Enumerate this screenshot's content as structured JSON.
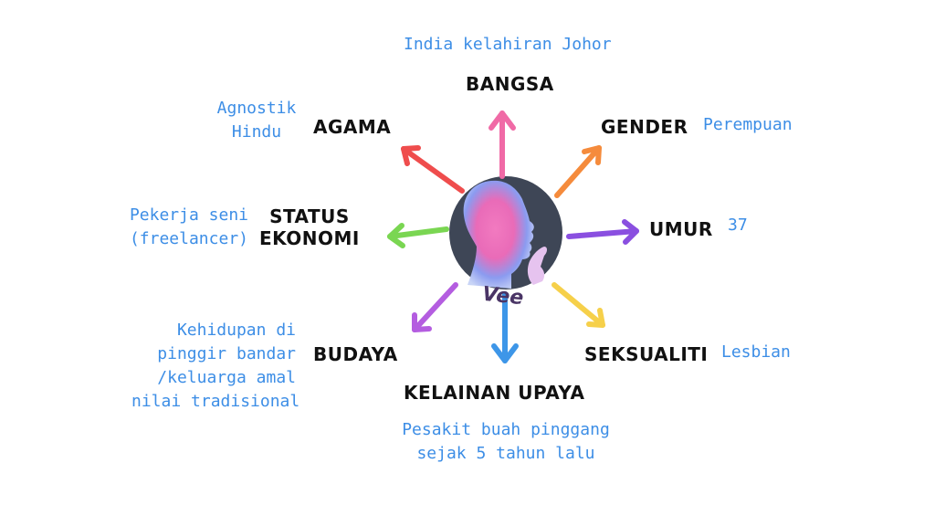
{
  "center": {
    "name": "Vee",
    "portrait": "silhouette-portrait"
  },
  "categories": {
    "bangsa": {
      "label": "BANGSA",
      "value": [
        "India kelahiran Johor"
      ],
      "color": "#f06aa6"
    },
    "gender": {
      "label": "GENDER",
      "value": [
        "Perempuan"
      ],
      "color": "#f58b3c"
    },
    "umur": {
      "label": "UMUR",
      "value": [
        "37"
      ],
      "color": "#8a4fe0"
    },
    "seksualiti": {
      "label": "SEKSUALITI",
      "value": [
        "Lesbian"
      ],
      "color": "#f6d04a"
    },
    "kelainan_upaya": {
      "label": "KELAINAN UPAYA",
      "value": [
        "Pesakit buah pinggang",
        "sejak 5 tahun lalu"
      ],
      "color": "#3d96e8"
    },
    "budaya": {
      "label": "BUDAYA",
      "value": [
        "Kehidupan di",
        "pinggir bandar",
        "/keluarga amal",
        "nilai tradisional"
      ],
      "color": "#b45de0"
    },
    "status_ekonomi": {
      "label": [
        "STATUS",
        "EKONOMI"
      ],
      "value": [
        "Pekerja seni",
        "(freelancer)"
      ],
      "color": "#7ad652"
    },
    "agama": {
      "label": "AGAMA",
      "value": [
        "Agnostik",
        "Hindu"
      ],
      "color": "#ef4d4d"
    }
  }
}
